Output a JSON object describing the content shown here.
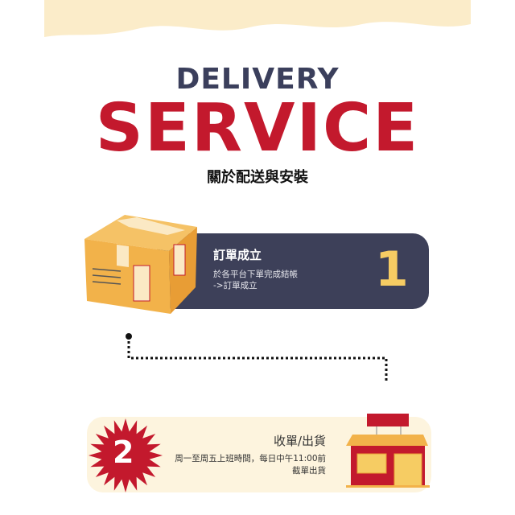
{
  "header": {
    "title_line1": "DELIVERY",
    "title_line2": "SERVICE",
    "subtitle": "關於配送與安裝"
  },
  "steps": [
    {
      "number": "1",
      "title": "訂單成立",
      "lines": [
        "於各平台下單完成結帳",
        "->訂單成立"
      ]
    },
    {
      "number": "2",
      "title": "收單/出貨",
      "lines": [
        "周一至周五上班時間，每日中午11:00前",
        "截單出貨"
      ]
    }
  ],
  "colors": {
    "navy": "#3d4059",
    "red": "#c3192d",
    "cream": "#fdf4de",
    "yellow": "#f6cc63"
  }
}
